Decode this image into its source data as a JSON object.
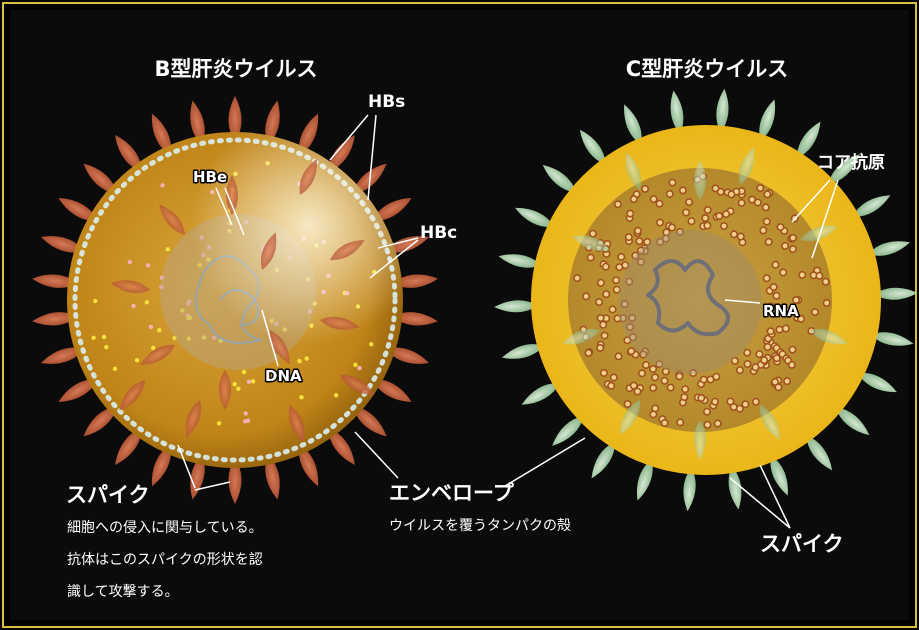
{
  "hbv": {
    "title": "B型肝炎ウイルス",
    "label_hbs": "HBs",
    "label_hbe": "HBe",
    "label_hbc": "HBc",
    "label_dna": "DNA",
    "spike_title": "スパイク",
    "spike_desc": [
      "細胞への侵入に関与している。",
      "抗体はこのスパイクの形状を認",
      "識して攻撃する。"
    ]
  },
  "hcv": {
    "title": "C型肝炎ウイルス",
    "label_core": "コア抗原",
    "label_rna": "RNA",
    "spike_title": "スパイク"
  },
  "envelope": {
    "title": "エンベロープ",
    "desc": "ウイルスを覆うタンパクの殻"
  },
  "colors": {
    "border": "#d8c03c",
    "hbv_body": "#c8901c",
    "hbv_spike": "#c9663a",
    "hcv_body": "#f2c41a",
    "hcv_spike": "#a9d4a4"
  }
}
